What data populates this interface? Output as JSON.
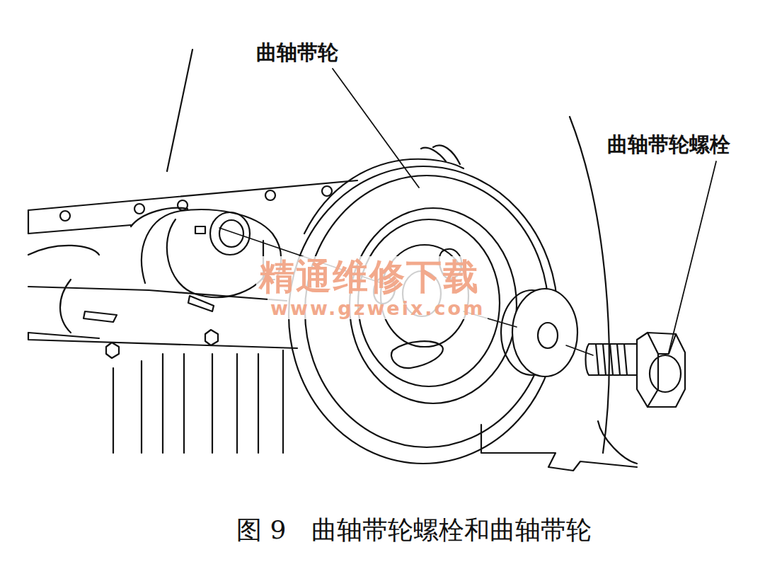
{
  "diagram": {
    "caption": "图 9　曲轴带轮螺栓和曲轴带轮",
    "labels": [
      "曲轴带轮",
      "曲轴带轮螺栓",
      "精通维修下载",
      "www.gzweix.com"
    ]
  }
}
